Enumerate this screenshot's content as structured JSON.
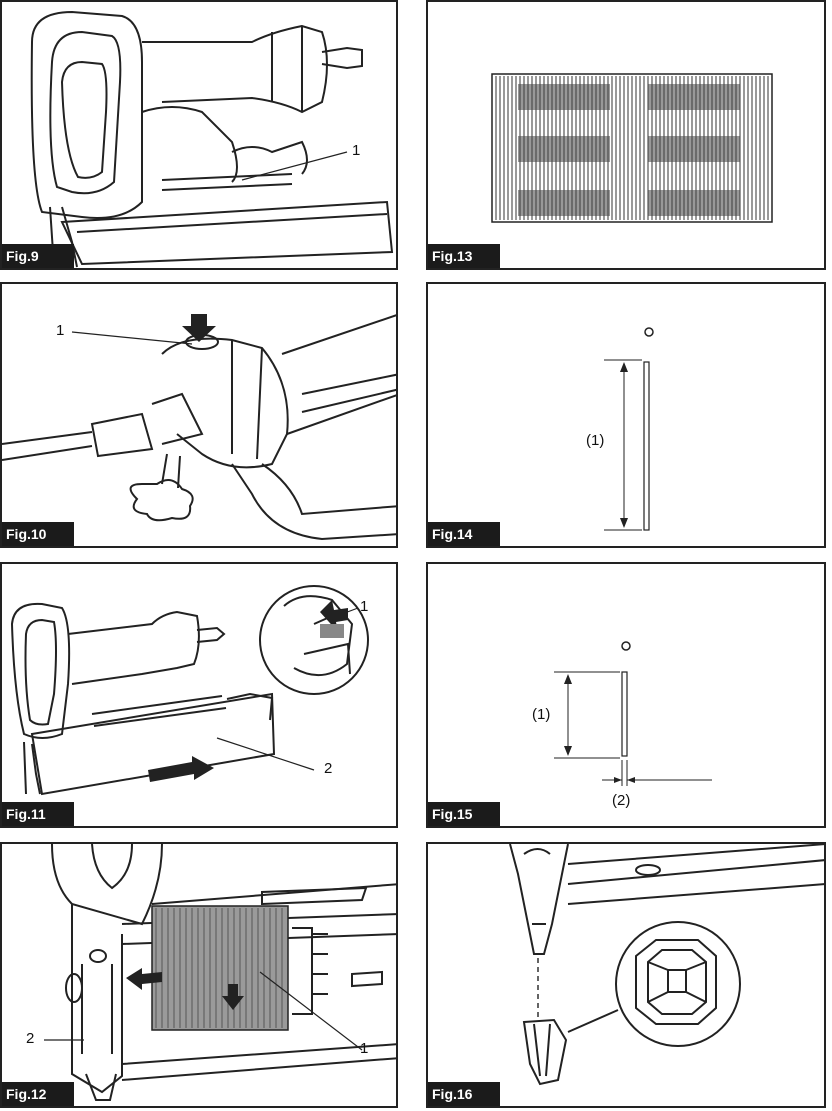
{
  "figures": {
    "fig9": {
      "label": "Fig.9",
      "callouts": [
        "1"
      ]
    },
    "fig10": {
      "label": "Fig.10",
      "callouts": [
        "1"
      ]
    },
    "fig11": {
      "label": "Fig.11",
      "callouts": [
        "1",
        "2"
      ]
    },
    "fig12": {
      "label": "Fig.12",
      "callouts": [
        "1",
        "2"
      ]
    },
    "fig13": {
      "label": "Fig.13",
      "callouts": []
    },
    "fig14": {
      "label": "Fig.14",
      "callouts": [
        "(1)"
      ]
    },
    "fig15": {
      "label": "Fig.15",
      "callouts": [
        "(1)",
        "(2)"
      ]
    },
    "fig16": {
      "label": "Fig.16",
      "callouts": []
    }
  }
}
